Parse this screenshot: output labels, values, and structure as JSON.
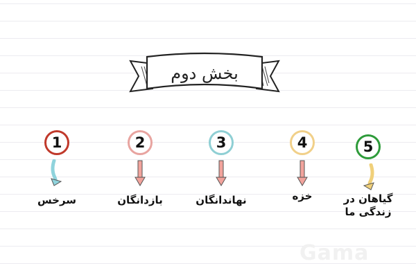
{
  "banner": {
    "title": "بخش دوم"
  },
  "steps": [
    {
      "number": "1",
      "label": "سرخس",
      "circle_color": "#c0392b",
      "arrow_color": "#8fd3dc"
    },
    {
      "number": "2",
      "label": "بازدانگان",
      "circle_color": "#e8a4a0",
      "arrow_color": "#f2a39c"
    },
    {
      "number": "3",
      "label": "نهاندانگان",
      "circle_color": "#8fcfd4",
      "arrow_color": "#f2a39c"
    },
    {
      "number": "4",
      "label": "خزه",
      "circle_color": "#f1d089",
      "arrow_color": "#f2a39c"
    },
    {
      "number": "5",
      "label": "گیاهان در زندگی ما",
      "circle_color": "#2e9b3a",
      "arrow_color": "#f0d07a"
    }
  ],
  "watermark": {
    "text": "Gama",
    "icon": "gama-logo"
  }
}
